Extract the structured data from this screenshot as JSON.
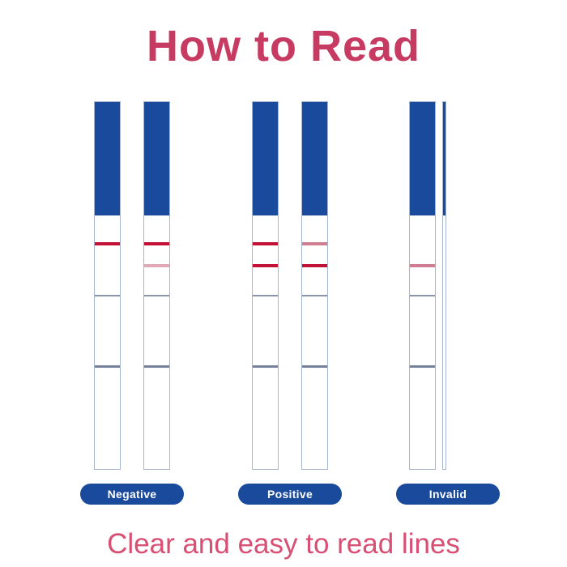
{
  "title": "How to Read",
  "subtitle": "Clear and easy to read lines",
  "colors": {
    "title_text": "#c73a62",
    "subtitle_text": "#d94f74",
    "strip_blue": "#1a4a9c",
    "strip_border": "#a7b4d0",
    "label_bg": "#1a4a9c",
    "label_text": "#ffffff",
    "divider_light": "#8a94ab",
    "divider_dark": "#76819b",
    "lines": {
      "strong": "#c11236",
      "medium": "#cf7e92",
      "faint": "#e2a8b6"
    }
  },
  "groups": [
    {
      "label": "Negative",
      "strips": [
        {
          "view": "front",
          "control": "strong",
          "test": "none"
        },
        {
          "view": "front",
          "control": "strong",
          "test": "faint"
        }
      ]
    },
    {
      "label": "Positive",
      "strips": [
        {
          "view": "front",
          "control": "strong",
          "test": "strong"
        },
        {
          "view": "front",
          "control": "medium",
          "test": "strong"
        }
      ]
    },
    {
      "label": "Invalid",
      "strips": [
        {
          "view": "front",
          "control": "none",
          "test": "medium"
        },
        {
          "view": "edge"
        }
      ]
    }
  ]
}
